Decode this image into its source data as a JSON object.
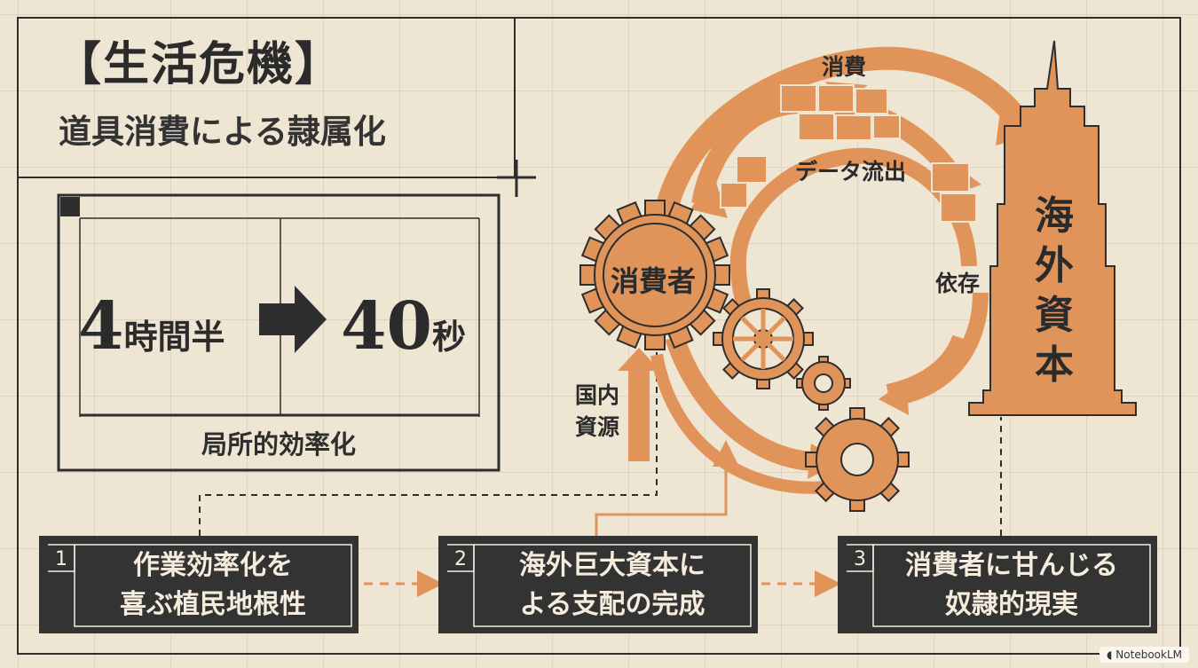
{
  "header": {
    "title": "【生活危機】",
    "subtitle": "道具消費による隷属化"
  },
  "efficiency": {
    "before_number": "4",
    "before_unit": "時間半",
    "after_number": "40",
    "after_unit": "秒",
    "caption": "局所的効率化"
  },
  "cycle": {
    "labels": {
      "consumption": "消費",
      "data_outflow": "データ流出",
      "dependence": "依存"
    },
    "consumer": "消費者",
    "foreign_capital": [
      "海",
      "外",
      "資",
      "本"
    ],
    "domestic_resources": [
      "国内",
      "資源"
    ]
  },
  "steps": [
    {
      "num": "1",
      "lines": [
        "作業効率化を",
        "喜ぶ植民地根性"
      ]
    },
    {
      "num": "2",
      "lines": [
        "海外巨大資本に",
        "よる支配の完成"
      ]
    },
    {
      "num": "3",
      "lines": [
        "消費者に甘んじる",
        "奴隷的現実"
      ]
    }
  ],
  "watermark": "NotebookLM",
  "colors": {
    "background": "#efe5d3",
    "accent_orange": "#e0945a",
    "dark": "#2e2e2e",
    "box_fill": "#333333"
  }
}
